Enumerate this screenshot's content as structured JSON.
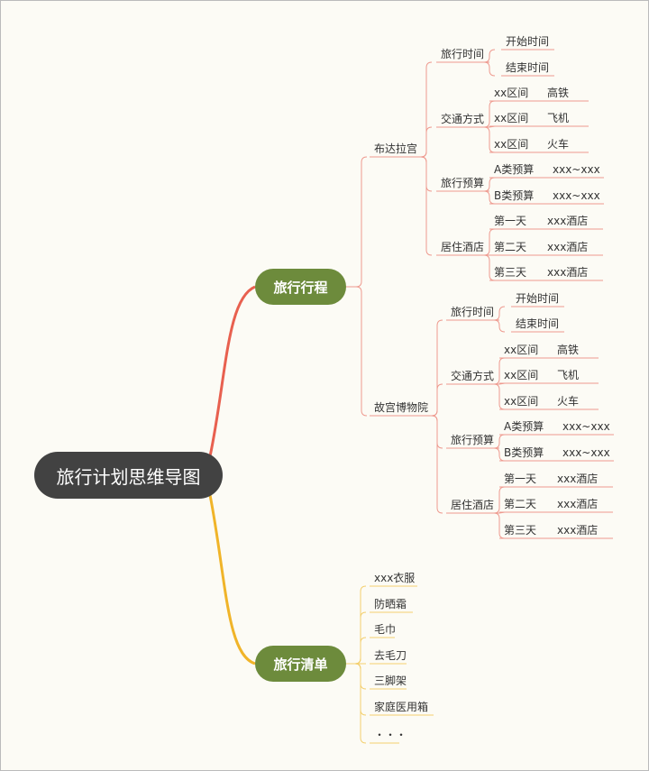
{
  "root": "旅行计划思维导图",
  "colors": {
    "root": "#424242",
    "branch": "#6d8b3c",
    "itinerary_line": "#e8604f",
    "itinerary_sub": "#ee9a8f",
    "checklist_line": "#f0b429",
    "checklist_sub": "#f3cf6e"
  },
  "itinerary": {
    "label": "旅行行程",
    "places": [
      {
        "name": "布达拉宫",
        "groups": [
          {
            "label": "旅行时间",
            "items": [
              [
                "开始时间",
                ""
              ],
              [
                "结束时间",
                ""
              ]
            ]
          },
          {
            "label": "交通方式",
            "items": [
              [
                "xx区间",
                "高铁"
              ],
              [
                "xx区间",
                "飞机"
              ],
              [
                "xx区间",
                "火车"
              ]
            ]
          },
          {
            "label": "旅行预算",
            "items": [
              [
                "A类预算",
                "xxx~xxx"
              ],
              [
                "B类预算",
                "xxx~xxx"
              ]
            ]
          },
          {
            "label": "居住酒店",
            "items": [
              [
                "第一天",
                "xxx酒店"
              ],
              [
                "第二天",
                "xxx酒店"
              ],
              [
                "第三天",
                "xxx酒店"
              ]
            ]
          }
        ]
      },
      {
        "name": "故宫博物院",
        "groups": [
          {
            "label": "旅行时间",
            "items": [
              [
                "开始时间",
                ""
              ],
              [
                "结束时间",
                ""
              ]
            ]
          },
          {
            "label": "交通方式",
            "items": [
              [
                "xx区间",
                "高铁"
              ],
              [
                "xx区间",
                "飞机"
              ],
              [
                "xx区间",
                "火车"
              ]
            ]
          },
          {
            "label": "旅行预算",
            "items": [
              [
                "A类预算",
                "xxx~xxx"
              ],
              [
                "B类预算",
                "xxx~xxx"
              ]
            ]
          },
          {
            "label": "居住酒店",
            "items": [
              [
                "第一天",
                "xxx酒店"
              ],
              [
                "第二天",
                "xxx酒店"
              ],
              [
                "第三天",
                "xxx酒店"
              ]
            ]
          }
        ]
      }
    ]
  },
  "checklist": {
    "label": "旅行清单",
    "items": [
      "xxx衣服",
      "防晒霜",
      "毛巾",
      "去毛刀",
      "三脚架",
      "家庭医用箱",
      "・・・"
    ]
  }
}
